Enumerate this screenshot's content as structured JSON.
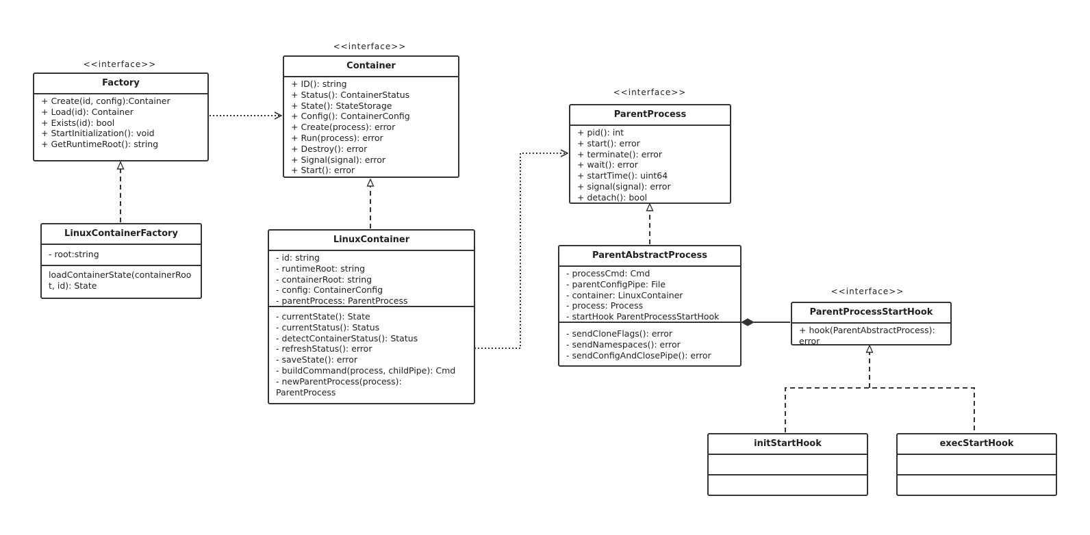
{
  "stereotype": "<<interface>>",
  "classes": {
    "factory": {
      "name": "Factory",
      "methods": [
        "+ Create(id, config):Container",
        "+ Load(id): Container",
        "+ Exists(id): bool",
        "+ StartInitialization(): void",
        "+ GetRuntimeRoot(): string"
      ]
    },
    "container": {
      "name": "Container",
      "methods": [
        "+ ID(): string",
        "+ Status(): ContainerStatus",
        "+ State(): StateStorage",
        "+ Config(): ContainerConfig",
        "+ Create(process): error",
        "+ Run(process): error",
        "+ Destroy(): error",
        "+ Signal(signal): error",
        "+ Start(): error"
      ]
    },
    "linux_container_factory": {
      "name": "LinuxContainerFactory",
      "attributes": [
        "- root:string"
      ],
      "methods": [
        "loadContainerState(containerRoot, id): State"
      ]
    },
    "linux_container": {
      "name": "LinuxContainer",
      "attributes": [
        "- id: string",
        "- runtimeRoot: string",
        "- containerRoot: string",
        "- config: ContainerConfig",
        "- parentProcess: ParentProcess"
      ],
      "methods": [
        "- currentState(): State",
        "- currentStatus(): Status",
        "- detectContainerStatus(): Status",
        "- refreshStatus(): error",
        "- saveState(): error",
        "- buildCommand(process, childPipe):  Cmd",
        "- newParentProcess(process): ParentProcess"
      ]
    },
    "parent_process": {
      "name": "ParentProcess",
      "methods": [
        "+ pid(): int",
        "+ start(): error",
        "+ terminate(): error",
        "+ wait(): error",
        "+ startTime(): uint64",
        "+ signal(signal): error",
        "+ detach(): bool"
      ]
    },
    "parent_abstract_process": {
      "name": "ParentAbstractProcess",
      "attributes": [
        "- processCmd: Cmd",
        "- parentConfigPipe: File",
        "- container: LinuxContainer",
        "- process: Process",
        "- startHook ParentProcessStartHook"
      ],
      "methods": [
        "- sendCloneFlags(): error",
        "- sendNamespaces(): error",
        "- sendConfigAndClosePipe(): error"
      ]
    },
    "parent_process_start_hook": {
      "name": "ParentProcessStartHook",
      "methods": [
        "+ hook(ParentAbstractProcess): error"
      ]
    },
    "init_start_hook": {
      "name": "initStartHook"
    },
    "exec_start_hook": {
      "name": "execStartHook"
    }
  }
}
